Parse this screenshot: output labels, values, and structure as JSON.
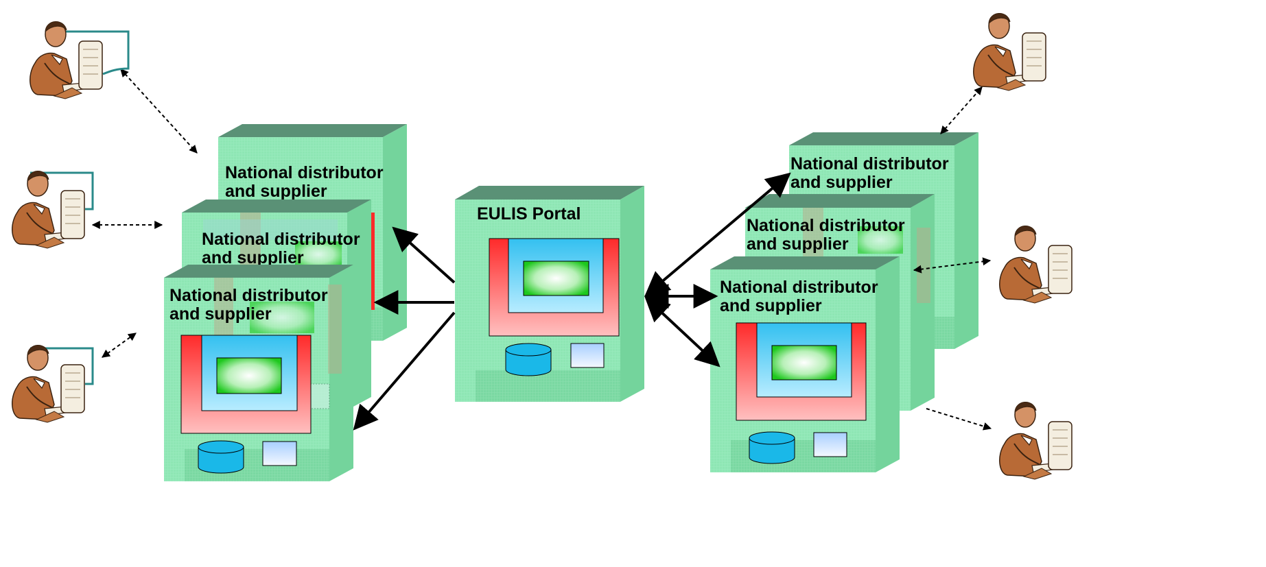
{
  "portal": {
    "title": "EULIS Portal"
  },
  "nodes": [
    {
      "line1": "National distributor",
      "line2": "and supplier"
    },
    {
      "line1": "National distributor",
      "line2": "and supplier"
    },
    {
      "line1": "National distributor",
      "line2": "and supplier"
    },
    {
      "line1": "National distributor",
      "line2": "and supplier"
    },
    {
      "line1": "National distributor",
      "line2": "and supplier"
    },
    {
      "line1": "National distributor",
      "line2": "and supplier"
    }
  ],
  "colors": {
    "box_face": "#8ee6b4",
    "box_top": "#5a9176",
    "box_side": "#74d49c",
    "frame_red": "#ff2a2a",
    "frame_blue": "#33c0f0",
    "screen_green": "#1ec81e",
    "database_cyan": "#1ab8e8"
  },
  "icons": [
    "user-at-computer-icon",
    "database-icon",
    "terminal-icon"
  ]
}
